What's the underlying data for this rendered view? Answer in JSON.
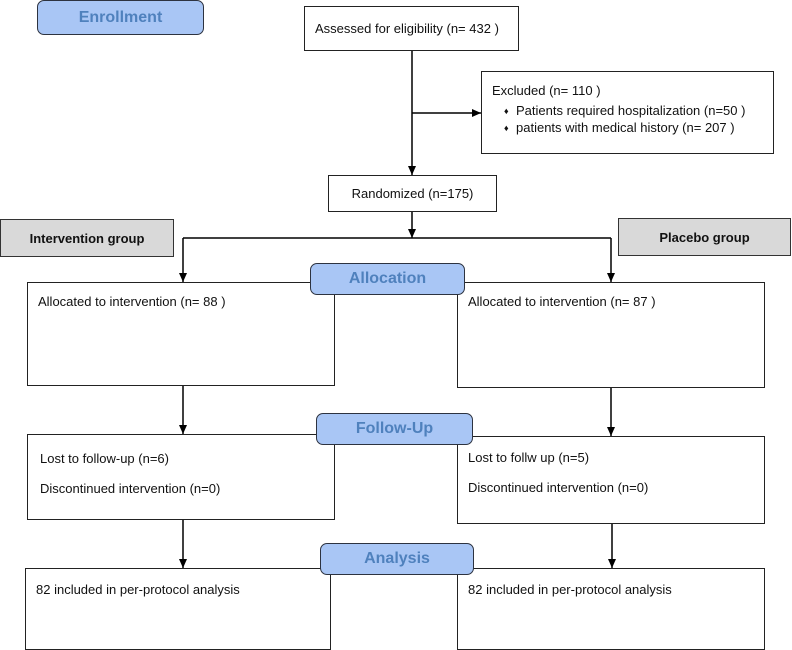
{
  "stages": {
    "enrollment": "Enrollment",
    "allocation": "Allocation",
    "follow_up": "Follow-Up",
    "analysis": "Analysis"
  },
  "assessed": "Assessed for eligibility (n= 432 )",
  "excluded": {
    "title": "Excluded  (n=  110 )",
    "items": [
      "Patients required hospitalization (n=50  )",
      "patients with medical history (n= 207 )"
    ]
  },
  "randomized": "Randomized (n=175)",
  "groups": {
    "intervention": "Intervention group",
    "placebo": "Placebo group"
  },
  "allocation": {
    "left": "Allocated to intervention (n= 88 )",
    "right": "Allocated to intervention (n= 87 )"
  },
  "follow_up": {
    "left_lost": "Lost to follow-up (n=6)",
    "left_discontinued": "Discontinued intervention (n=0)",
    "right_lost": "Lost to follw up (n=5)",
    "right_discontinued": "Discontinued intervention (n=0)"
  },
  "analysis": {
    "left": "82 included in per-protocol analysis",
    "right": "82 included in per-protocol analysis"
  },
  "colors": {
    "stage_fill": "#a9c6f5",
    "stage_text": "#4f81bd",
    "group_fill": "#d9d9d9"
  }
}
